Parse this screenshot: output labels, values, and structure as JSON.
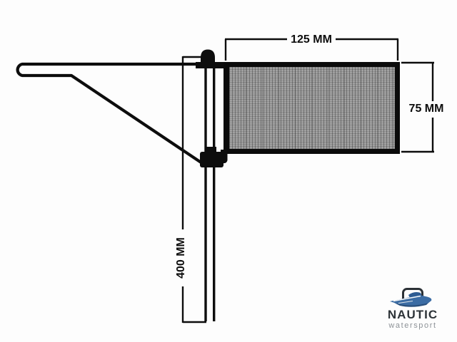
{
  "diagram": {
    "dimension_labels": {
      "flag_width": "125 MM",
      "flag_height": "75 MM",
      "mast_length": "400 MM"
    },
    "icons": {
      "vane": "wind-vane-arrow-icon",
      "flag": "hatched-flag-panel"
    }
  },
  "logo": {
    "brand": "NAUTIC",
    "tagline": "watersport",
    "icon": "speedboat-icon"
  },
  "colors": {
    "background": "#fdfdfd",
    "line": "#0d0d0d",
    "flag_fill": "#a1a1a1",
    "boat_blue": "#3b6ca4",
    "boat_blue_dark": "#294f7c",
    "brand_text": "#2d3338",
    "tagline_text": "#8d9297"
  }
}
